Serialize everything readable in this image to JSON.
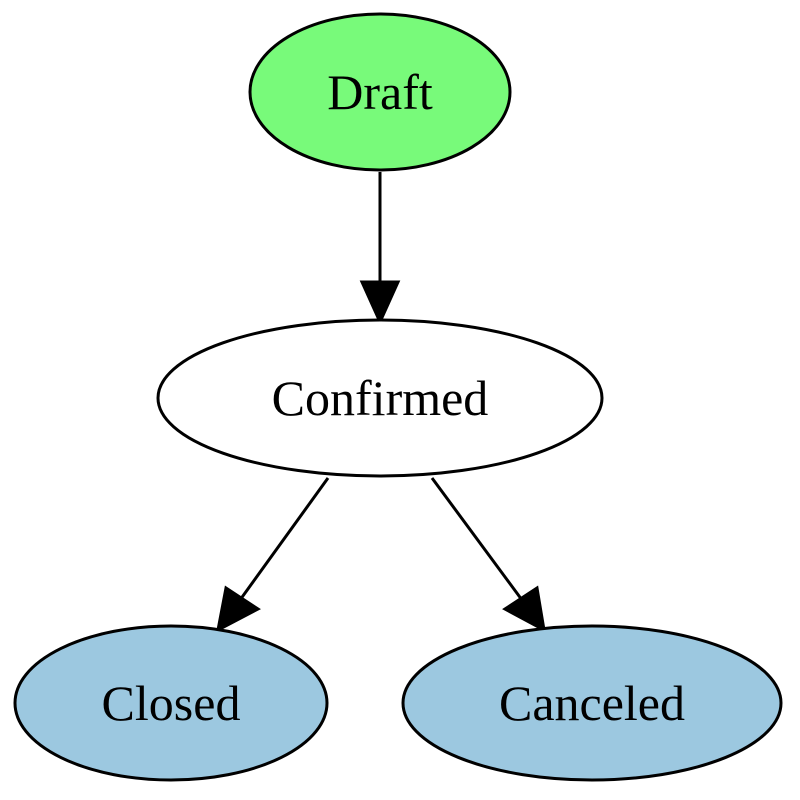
{
  "diagram": {
    "nodes": [
      {
        "id": "draft",
        "label": "Draft",
        "fill": "#78fa7a"
      },
      {
        "id": "confirmed",
        "label": "Confirmed",
        "fill": "#ffffff"
      },
      {
        "id": "closed",
        "label": "Closed",
        "fill": "#9cc8e0"
      },
      {
        "id": "canceled",
        "label": "Canceled",
        "fill": "#9cc8e0"
      }
    ],
    "edges": [
      {
        "from": "draft",
        "to": "confirmed"
      },
      {
        "from": "confirmed",
        "to": "closed"
      },
      {
        "from": "confirmed",
        "to": "canceled"
      }
    ]
  }
}
